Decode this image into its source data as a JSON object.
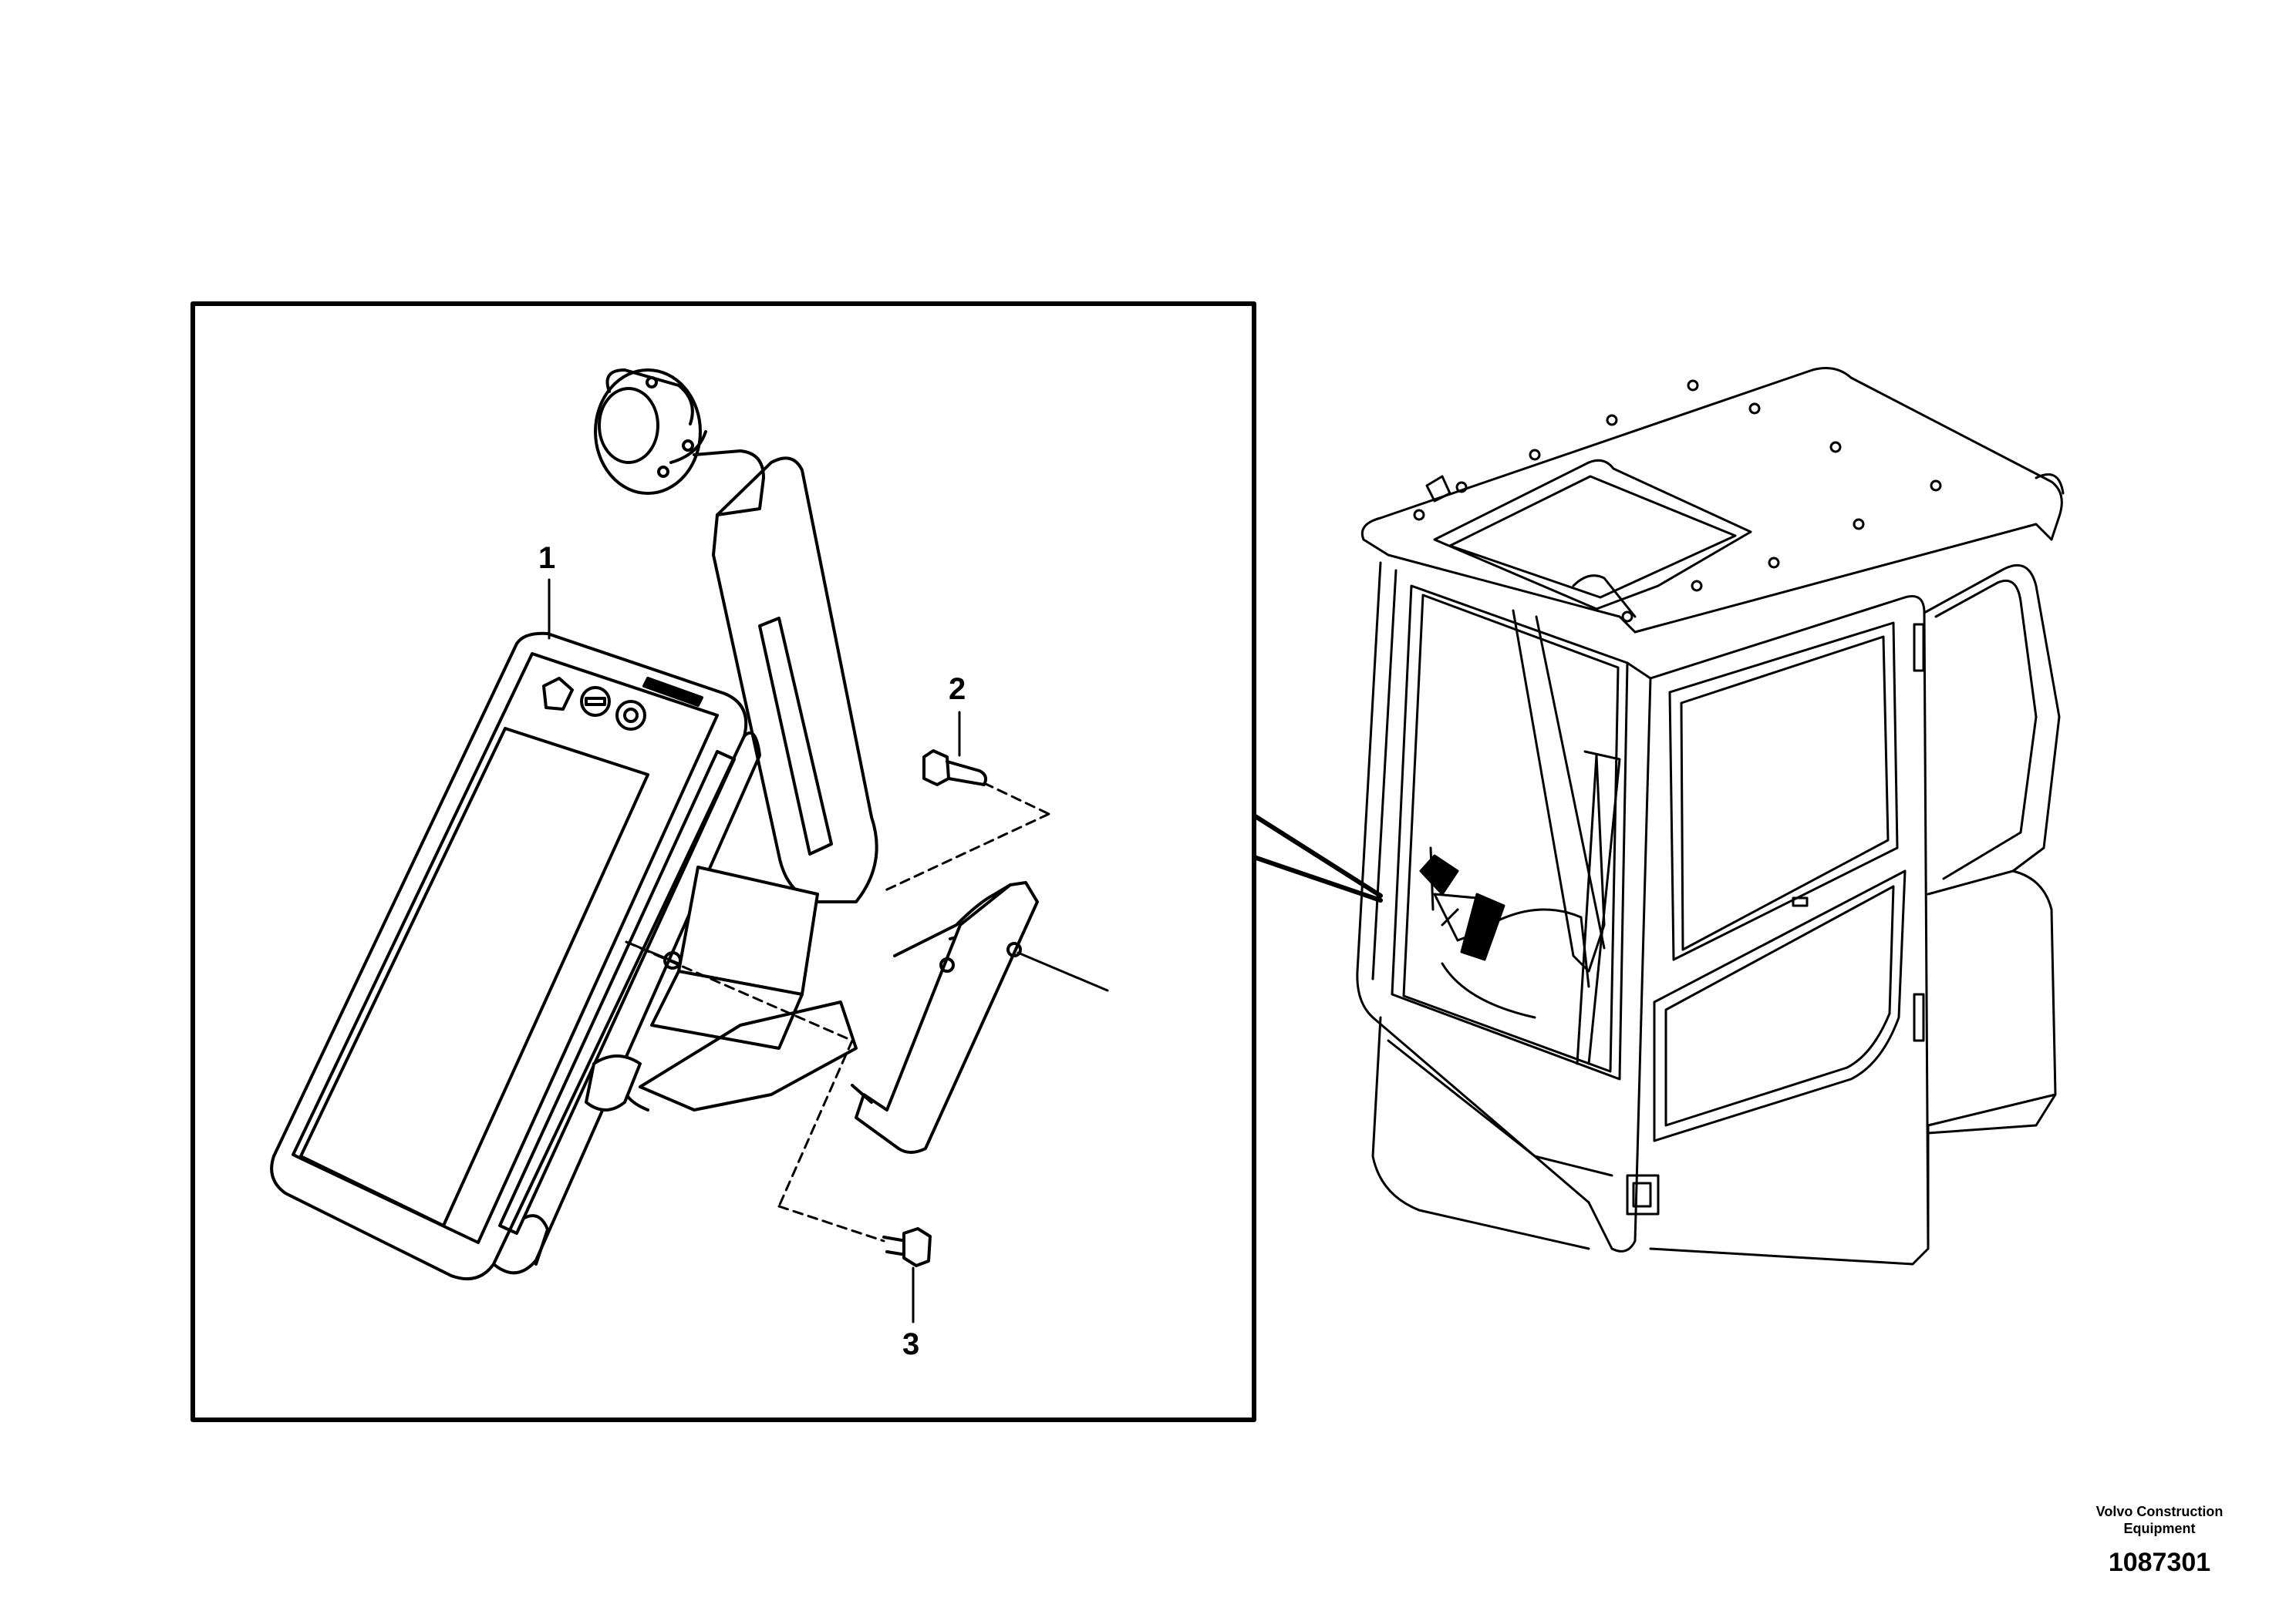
{
  "callouts": {
    "part_1": "1",
    "part_2": "2",
    "part_3": "3"
  },
  "footer": {
    "manufacturer_line1": "Volvo Construction",
    "manufacturer_line2": "Equipment",
    "drawing_number": "1087301"
  }
}
